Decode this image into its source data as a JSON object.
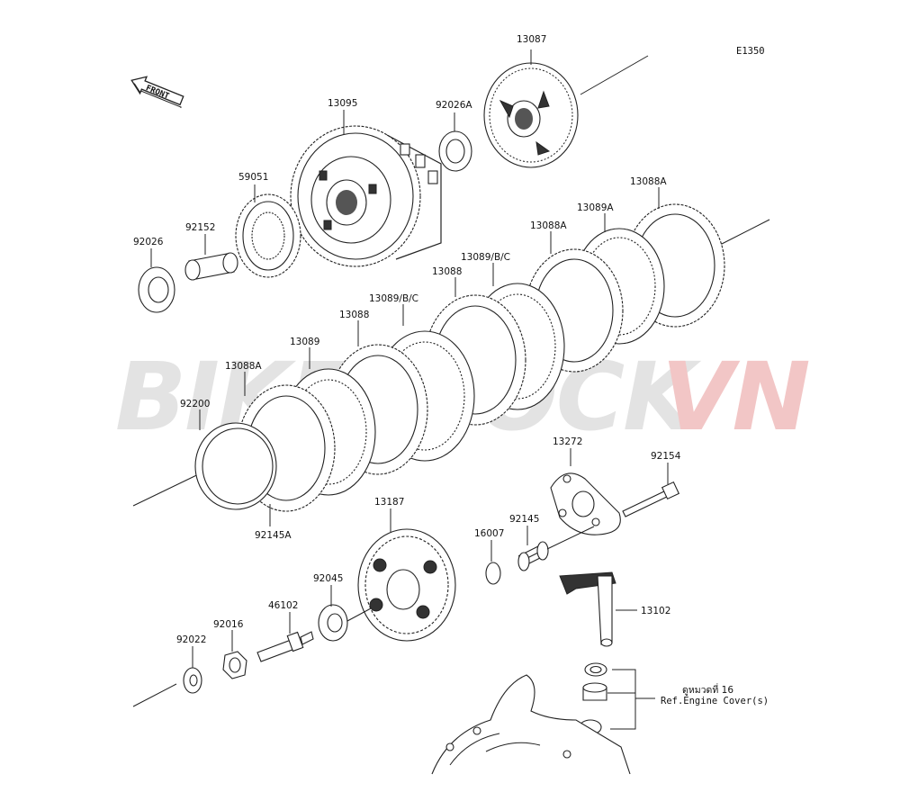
{
  "diagram_code": "E1350",
  "front_label": "FRONT",
  "watermark": {
    "part1": "BIKESTOCK",
    "part2": "VN",
    "color1": "#e3e3e3",
    "color2": "#f2c6c6"
  },
  "parts": {
    "p13087": "13087",
    "p13095": "13095",
    "p92026A": "92026A",
    "p59051": "59051",
    "p92152": "92152",
    "p92026": "92026",
    "p13088A_top": "13088A",
    "p13089A": "13089A",
    "p13088A_mid": "13088A",
    "p13089BC_1": "13089/B/C",
    "p13088_1": "13088",
    "p13089BC_2": "13089/B/C",
    "p13088_2": "13088",
    "p13089": "13089",
    "p13088A_low": "13088A",
    "p92200": "92200",
    "p92145A": "92145A",
    "p13272": "13272",
    "p92154": "92154",
    "p13187": "13187",
    "p16007": "16007",
    "p92145": "92145",
    "p92045": "92045",
    "p46102": "46102",
    "p92016": "92016",
    "p92022": "92022",
    "p13102": "13102"
  },
  "reference": {
    "thai": "ดูหมวดที่ 16",
    "english": "Ref.Engine Cover(s)"
  }
}
